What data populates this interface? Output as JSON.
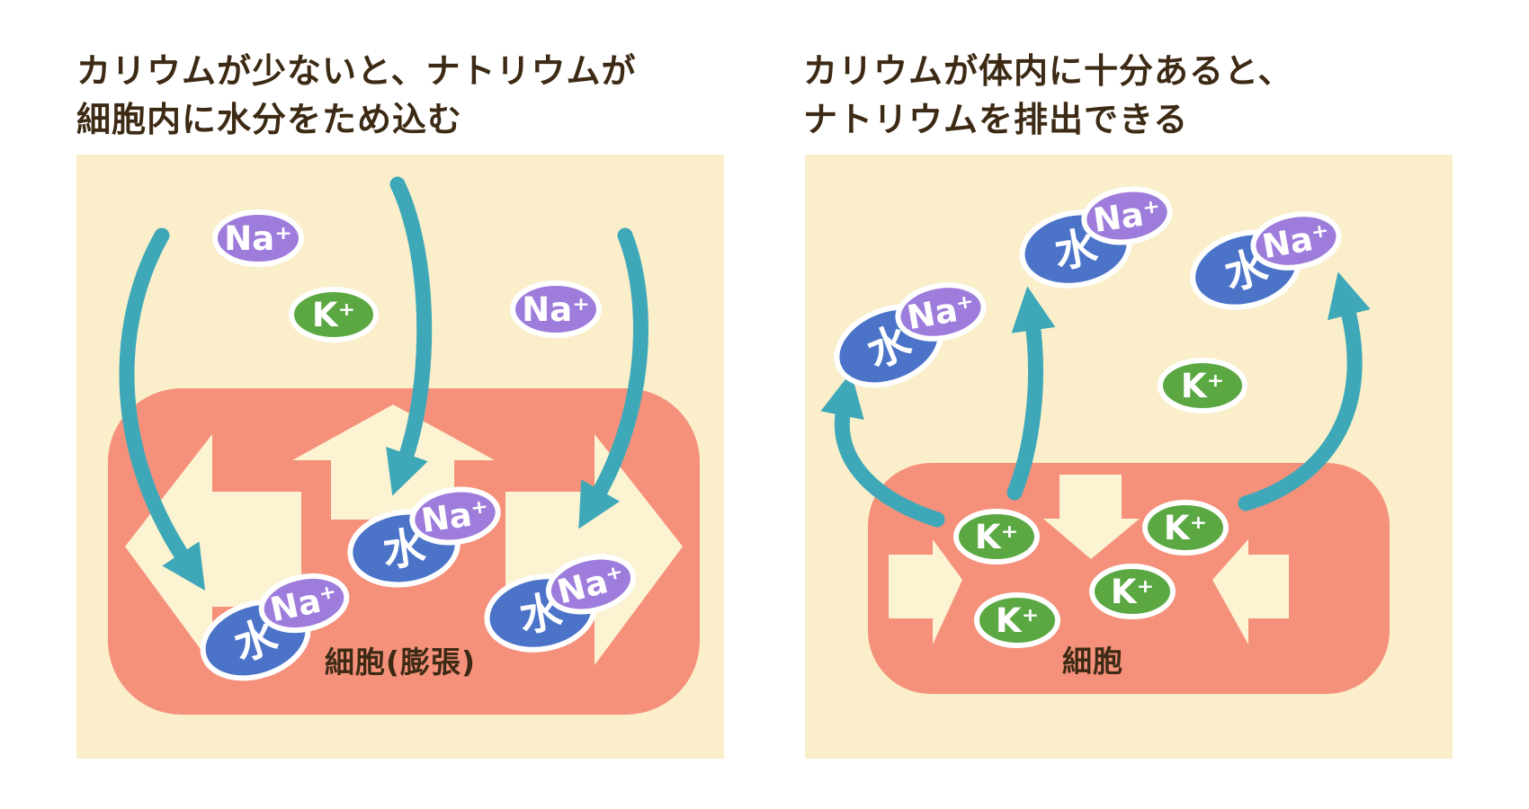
{
  "title_left": {
    "line1": "カリウムが少ないと、ナトリウムが",
    "line2": "細胞内に水分をため込む"
  },
  "title_right": {
    "line1": "カリウムが体内に十分あると、",
    "line2": "ナトリウムを排出できる"
  },
  "left_panel": {
    "cell_label": "細胞(膨張)",
    "ions": {
      "na_top": "Na⁺",
      "k_free": "K⁺",
      "na_right": "Na⁺",
      "pair_center_water": "水",
      "pair_center_na": "Na⁺",
      "pair_left_water": "水",
      "pair_left_na": "Na⁺",
      "pair_right_water": "水",
      "pair_right_na": "Na⁺"
    }
  },
  "right_panel": {
    "cell_label": "細胞",
    "ions": {
      "pair_left_water": "水",
      "pair_left_na": "Na⁺",
      "pair_middle_water": "水",
      "pair_middle_na": "Na⁺",
      "pair_right_water": "水",
      "pair_right_na": "Na⁺",
      "k_free": "K⁺",
      "k_cell_1": "K⁺",
      "k_cell_2": "K⁺",
      "k_cell_3": "K⁺",
      "k_cell_4": "K⁺"
    }
  },
  "colors": {
    "background": "#ffffff",
    "panel_bg": "#faefca",
    "cell_pink": "#f5917b",
    "arrow_cream": "#fcf3d3",
    "teal_arrow": "#3fa8b8",
    "sodium_purple": "#9e7cdc",
    "potassium_green": "#5ba843",
    "water_blue": "#4b74c9",
    "text_brown": "#3d2a14"
  }
}
